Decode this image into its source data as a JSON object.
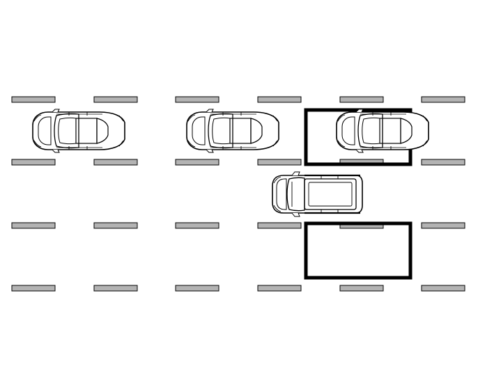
{
  "diagram": {
    "kind": "parallel-parking-illustration",
    "colors": {
      "background": "#ffffff",
      "lane_marking_fill": "#b3b3b3",
      "lane_marking_stroke": "#000000",
      "space_outline": "#000000",
      "car_body": "#ffffff",
      "car_line": "#000000"
    },
    "lane_markings": {
      "rows": 4,
      "columns": 6
    },
    "parked_cars": [
      {
        "type": "sedan",
        "slot": "row1-col1"
      },
      {
        "type": "sedan",
        "slot": "row1-col3"
      },
      {
        "type": "sedan",
        "slot": "row1-col5-in-outlined-space"
      }
    ],
    "maneuvering_vehicle": {
      "type": "minivan"
    },
    "outlined_spaces": [
      {
        "label": "occupied-space",
        "side": "upper"
      },
      {
        "label": "target-space",
        "side": "lower"
      }
    ]
  }
}
